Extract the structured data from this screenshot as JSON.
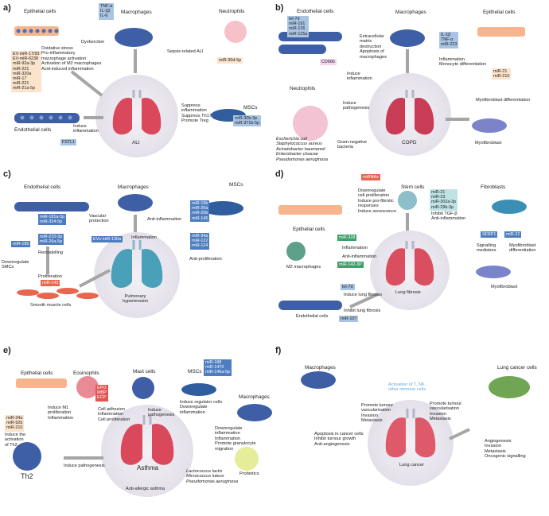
{
  "a": {
    "letter": "a)",
    "epithelial": "Epithelial cells",
    "macrophages": "Macrophages",
    "neutrophils": "Neutrophils",
    "cytokines": "TNF-α\nIL-1β\nIL-6",
    "dysfunction": "Dysfunction",
    "sepsis": "Sepsis-related ALI",
    "mir30d": "miR-30d-5p",
    "mechanisms": "Oxidative stress\nPro-inflammatory\nmacrophage activation\nActivation of M2 macrophages\nAcid-induced inflammation",
    "ev_mirs": "EV-miR-17/93\nEV-miR-6238\nmiR-92a-3p\nmiR-221\nmiR-320a\nmiR-17\nmiR-221\nmiR-21a-5p",
    "suppress": "Suppress\ninflammation\nSuppress Th17\nPromote Treg",
    "mscs": "MSCs",
    "msc_mirs": "miR-30b-3p\nmiR-371b-5p",
    "endothelial": "Endothelial cells",
    "induce_infl": "Induce\ninflammation",
    "fstl1": "FSTL1",
    "disease": "ALI"
  },
  "b": {
    "letter": "b)",
    "endothelial": "Endothelial cells",
    "macrophages": "Macrophages",
    "epithelial": "Epithelial cells",
    "endo_mirs": "let-7d\nmiR-191\nmiR-126\nmiR-125a",
    "ecm": "Extracellular\nmatrix\ndestruction\nApoptosis of\nmacrophages",
    "macro_mirs": "IL-1β\nTNF-α\nmiR-223",
    "cd66b": "CD66b",
    "inflammation": "Inflammation\nMonocyte differentiation",
    "epi_mirs": "miR-21\nmiR-210",
    "induce_infl": "Induce\ninflammation",
    "neutrophils": "Neutrophils",
    "induce_path": "Induce\npathogenesis",
    "myo_diff": "Myofibroblast differentiation",
    "myofibroblast": "Myofibroblast",
    "bacteria": "Escherichia coli\nStaphylococcus aureus\nAcinetobacter baumannii\nEnterobacter cloacae\nPseudomonas aeruginosa",
    "gram": "Gram-negative\nbacteria",
    "disease": "COPD"
  },
  "c": {
    "letter": "c)",
    "endothelial": "Endothelial cells",
    "macrophages": "Macrophages",
    "mscs": "MSCs",
    "endo_mirs": "miR-181a-5p\nmiR-324-5p",
    "vascular": "Vascular\nprotection",
    "anti_infl": "Anti-inflammation",
    "msc_mirs1": "miR-19b\nmiR-20a\nmiR-20b\nmiR-145",
    "mir195": "miR-195",
    "remod_mirs": "miR-210-3p\nmiR-26a-5p",
    "remodelling": "Remodelling",
    "ev130": "EVs-miR-130a",
    "inflammation": "Inflammation",
    "msc_mirs2": "miR-34a\nmiR-122\nmiR-124",
    "anti_prolif": "Anti-proliferation",
    "downreg": "Downregulate\nSMCs",
    "proliferation": "Proliferation",
    "mir143": "miR-143",
    "smc": "Smooth muscle cells",
    "disease": "Pulmonary\nhypertension"
  },
  "d": {
    "letter": "d)",
    "mirnas": "miRNAs",
    "stem": "Stem cells",
    "fibroblasts": "Fibroblasts",
    "stem_effects": "Downregulate\ncell proliferation\nInduce pro-fibrotic\nresponses\nInduce senescence",
    "stem_mirs": "miR-21\nmiR-23\nmiR-302a-3p\nmiR-29b-3p",
    "inhibit_tgf": "Inhibit TGF-β\nAnti-inflammation",
    "epithelial": "Epithelial cells",
    "mir328": "miR-328",
    "inflammation": "Inflammation",
    "sfrp1": "SFRP1",
    "mir22": "miR-22",
    "signalling": "Signalling\nmediators",
    "myo_diff": "Myofibroblast\ndifferentiation",
    "anti_infl": "Anti-inflammation",
    "m2": "M2 macrophages",
    "mir142": "miR-142-3P",
    "myofibroblast": "Myofibroblast",
    "let7d": "let-7d",
    "induce_fib": "Induce lung fibrosis",
    "inhibit_fib": "Inhibit lung fibrosis",
    "endothelial": "Endothelial cells",
    "mir107": "miR-107",
    "disease": "Lung fibrosis"
  },
  "e": {
    "letter": "e)",
    "epithelial": "Epithelial cells",
    "eosinophils": "Eosinophils",
    "mast": "Mast cells",
    "mscs": "MSCs",
    "macrophages": "Macrophages",
    "eos_proteins": "EPO\nMBP\nECP",
    "msc_mirs": "miR-188\nmiR-1470\nmiR-146a-5p",
    "induce_m1": "Induce M1\nproliferation\nInflammation",
    "cell_adhesion": "Cell adhesion\nInflammation\nCell proliferation",
    "induce_path1": "Induce\npathogenesis",
    "induce_reg": "Induce regulator cells\nDownregulate\ninflammation",
    "epi_mirs": "miR-34a\nmiR-92b\nmiR-210",
    "induce_th2": "Induce the\nactivation\nof Th2",
    "macro_effects": "Downregulate\ninflammation\nInflammation\nPromote granulocyte\nmigration",
    "th2": "Th2",
    "induce_path2": "Induce pathogenesis",
    "probiotics": "Probiotics",
    "bacteria": "Lactococcus lactis\nMicrococcus luteus\nPseudomonas aeruginosa",
    "anti_allergic": "Anti-allergic asthma",
    "disease": "Asthma"
  },
  "f": {
    "letter": "f)",
    "macrophages": "Macrophages",
    "lung_cancer_cells": "Lung cancer cells",
    "activation": "Activation of T, NK,\nother immune cells",
    "promote1": "Promote tumour\nvascularisation\nInvasion\nMetastasis",
    "promote2": "Promote tumour\nvascularisation\nInvasion\nMetastasis",
    "apoptosis": "Apoptosis in cancer cells\nInhibit tumour growth\nAnti-angiogenesis",
    "angiogenesis": "Angiogenesis\nInvasion\nMetastasis\nOncogenic signalling",
    "disease": "Lung cancer"
  },
  "colors": {
    "orange_box": "#fbe3cc",
    "blue_box": "#a9c3e3",
    "dark_blue_box": "#4f7ec0",
    "teal_box": "#bfe2e4",
    "green_box": "#3fa06a",
    "lung": "#d9485b",
    "halo": "#ece8f2"
  }
}
